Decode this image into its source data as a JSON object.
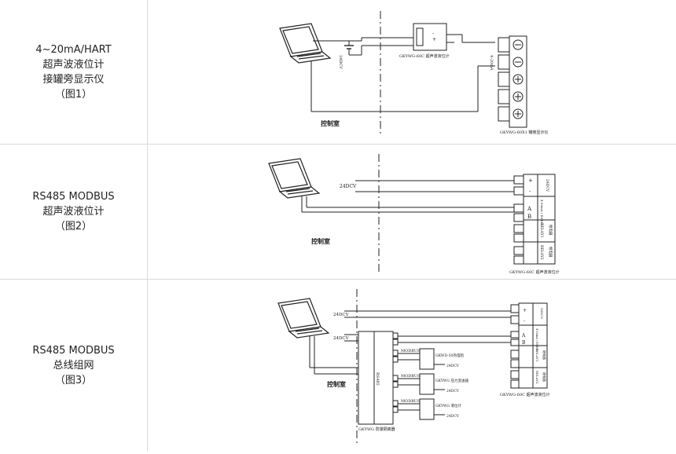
{
  "rows": [
    {
      "caption": [
        "4~20mA/HART",
        "超声波液位计",
        "接罐旁显示仪",
        "（图1）"
      ],
      "diagram": {
        "room_label": "控制室",
        "power_label": "24DCV",
        "device_label": "GKYWG-60C 超声波液位计",
        "display_label": "GKYWG-60X1 罐旁显示仪",
        "signal_label": "4-20mA"
      }
    },
    {
      "caption": [
        "RS485 MODBUS",
        "超声波液位计",
        "（图2）"
      ],
      "diagram": {
        "room_label": "控制室",
        "power_label": "24DCV",
        "device_label": "GKYWG-60C 超声波液位计",
        "terminals": [
          "24DCV",
          "4-20mA / RS485",
          "RELAY1",
          "RELAY2"
        ],
        "relay_note": "继电器"
      }
    },
    {
      "caption": [
        "RS485 MODBUS",
        "总线组网",
        "（图3）"
      ],
      "diagram": {
        "room_label": "控制室",
        "power_label_top": "24DCV",
        "power_label_mid": "24DCV",
        "hub_label": "GKYWG 防爆隔离器",
        "hub_side": "RS485",
        "modbus": "MODBUS",
        "nodes": [
          {
            "name": "GKWD-50热电阻",
            "power": "24DCV"
          },
          {
            "name": "GKYWG 压力变送器",
            "power": "24DCV"
          },
          {
            "name": "GKYWG 液位计",
            "power": "24DCV"
          }
        ],
        "device_label": "GKYWG-60C 超声波液位计",
        "terminals": [
          "24DCV",
          "4-20mA / RS485",
          "RELAY1",
          "RELAY2"
        ],
        "relay_note": "继电器"
      }
    }
  ]
}
